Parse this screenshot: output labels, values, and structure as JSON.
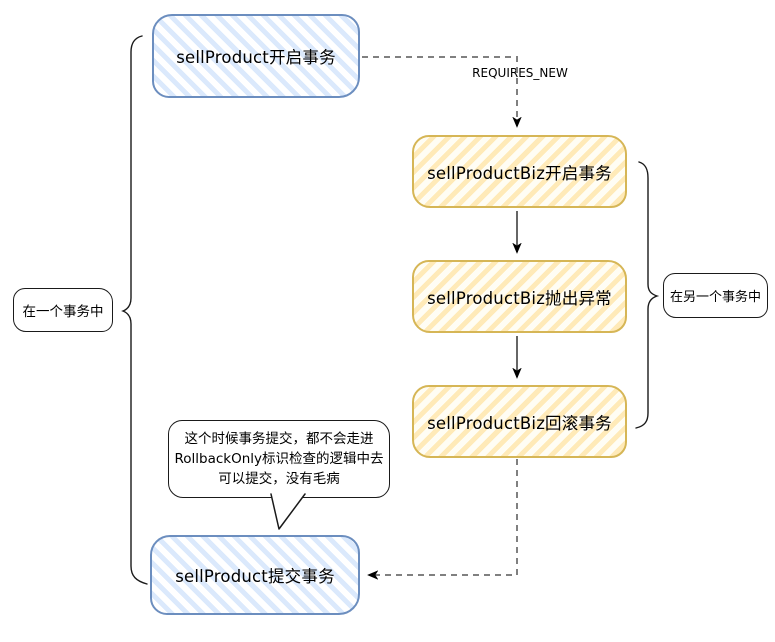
{
  "diagram": {
    "nodes": {
      "sell_product_begin": {
        "label": "sellProduct开启事务"
      },
      "sell_product_biz_begin": {
        "label": "sellProductBiz开启事务"
      },
      "sell_product_biz_throw": {
        "label": "sellProductBiz抛出异常"
      },
      "sell_product_biz_rollback": {
        "label": "sellProductBiz回滚事务"
      },
      "sell_product_commit": {
        "label": "sellProduct提交事务"
      }
    },
    "edges": {
      "requires_new_label": "REQUIRES_NEW"
    },
    "annotations": {
      "left_scope_label": "在一个事务中",
      "right_scope_label": "在另一个事务中",
      "callout": {
        "line1": "这个时候事务提交，都不会走进",
        "line2": "RollbackOnly标识检查的逻辑中去",
        "line3": "可以提交，没有毛病"
      }
    },
    "colors": {
      "blue_border": "#6c8ebf",
      "blue_stripe": "#dbe9fc",
      "yellow_border": "#d6b656",
      "yellow_stripe": "#ffeab8",
      "connector_gray": "#808080",
      "arrow_gray": "#666666",
      "sketch_black": "#1a1a1a"
    }
  }
}
